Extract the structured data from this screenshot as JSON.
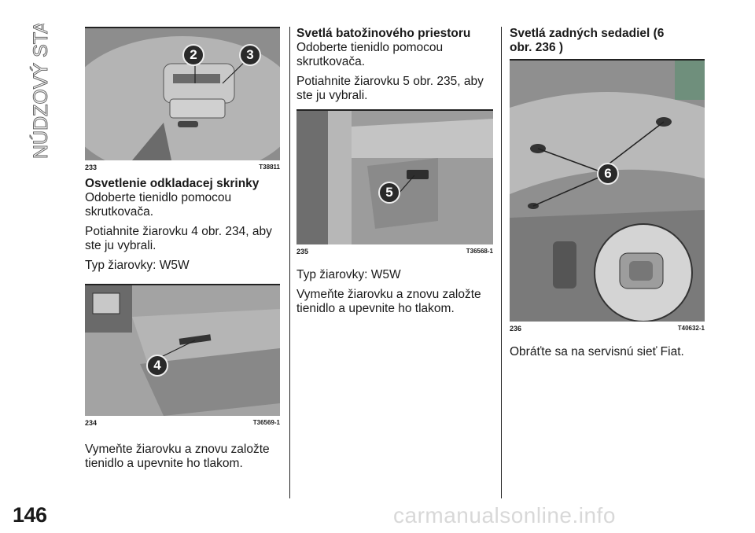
{
  "header": {
    "section_title": "NÚDZOVÝ STAV"
  },
  "footer": {
    "page_number": "146",
    "watermark": "carmanualsonline.info"
  },
  "col1": {
    "fig233": {
      "num": "233",
      "code": "T38811",
      "callouts": [
        "2",
        "3"
      ]
    },
    "heading": "Osvetlenie odkladacej skrinky",
    "p1": "Odoberte tienidlo pomocou skrutkovača.",
    "p2": "Potiahnite žiarovku 4 obr. 234, aby ste ju vybrali.",
    "p3": "Typ žiarovky: W5W",
    "fig234": {
      "num": "234",
      "code": "T36569-1",
      "callouts": [
        "4"
      ]
    },
    "p4": "Vymeňte žiarovku a znovu založte tienidlo a upevnite ho tlakom."
  },
  "col2": {
    "heading": "Svetlá batožinového priestoru",
    "p1": "Odoberte tienidlo pomocou skrutkovača.",
    "p2": "Potiahnite žiarovku 5 obr. 235, aby ste ju vybrali.",
    "fig235": {
      "num": "235",
      "code": "T36568-1",
      "callouts": [
        "5"
      ]
    },
    "p3": "Typ žiarovky: W5W",
    "p4": "Vymeňte žiarovku a znovu založte tienidlo a upevnite ho tlakom."
  },
  "col3": {
    "heading": "Svetlá zadných sedadiel (6 obr. 236 )",
    "fig236": {
      "num": "236",
      "code": "T40632-1",
      "callouts": [
        "6"
      ]
    },
    "p1": "Obráťte sa na servisnú sieť Fiat."
  },
  "colors": {
    "tab_green": "#6f8f7c",
    "photo_gray": "#9a9a9a",
    "text": "#1a1a1a"
  }
}
